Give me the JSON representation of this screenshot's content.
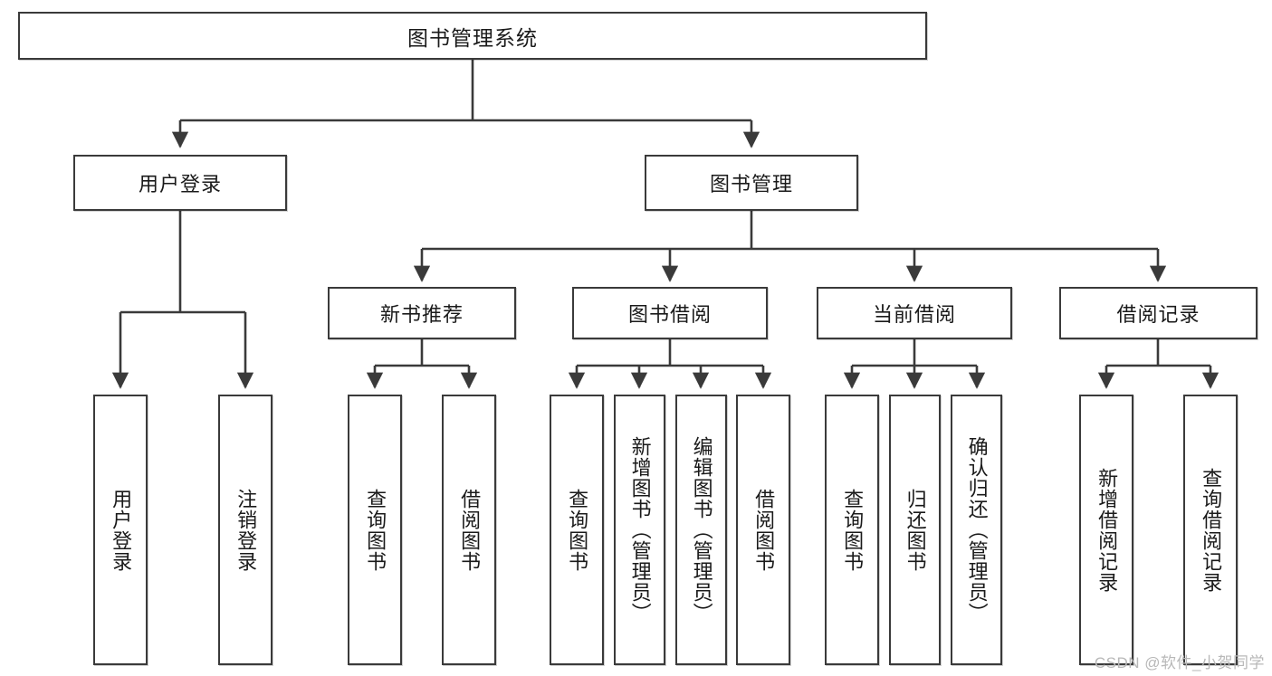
{
  "diagram": {
    "type": "tree",
    "title": "图书管理系统",
    "root": {
      "id": "root",
      "label": "图书管理系统"
    },
    "level2": [
      {
        "id": "user-login",
        "label": "用户登录"
      },
      {
        "id": "book-management",
        "label": "图书管理"
      }
    ],
    "level3": [
      {
        "id": "new-book-recommend",
        "label": "新书推荐"
      },
      {
        "id": "book-borrow",
        "label": "图书借阅"
      },
      {
        "id": "current-borrow",
        "label": "当前借阅"
      },
      {
        "id": "borrow-record",
        "label": "借阅记录"
      }
    ],
    "leaves": [
      {
        "id": "leaf-user-login",
        "label": "用户登录",
        "parent": "user-login"
      },
      {
        "id": "leaf-logout",
        "label": "注销登录",
        "parent": "user-login"
      },
      {
        "id": "leaf-query-book-1",
        "label": "查询图书",
        "parent": "new-book-recommend"
      },
      {
        "id": "leaf-borrow-book-1",
        "label": "借阅图书",
        "parent": "new-book-recommend"
      },
      {
        "id": "leaf-query-book-2",
        "label": "查询图书",
        "parent": "book-borrow"
      },
      {
        "id": "leaf-add-book",
        "label": "新增图书（管理员）",
        "parent": "book-borrow"
      },
      {
        "id": "leaf-edit-book",
        "label": "编辑图书（管理员）",
        "parent": "book-borrow"
      },
      {
        "id": "leaf-borrow-book-2",
        "label": "借阅图书",
        "parent": "book-borrow"
      },
      {
        "id": "leaf-query-book-3",
        "label": "查询图书",
        "parent": "current-borrow"
      },
      {
        "id": "leaf-return-book",
        "label": "归还图书",
        "parent": "current-borrow"
      },
      {
        "id": "leaf-confirm-return",
        "label": "确认归还（管理员）",
        "parent": "current-borrow"
      },
      {
        "id": "leaf-add-record",
        "label": "新增借阅记录",
        "parent": "borrow-record"
      },
      {
        "id": "leaf-query-record",
        "label": "查询借阅记录",
        "parent": "borrow-record"
      }
    ]
  },
  "watermark": {
    "text": "CSDN @软件_小贺同学"
  },
  "colors": {
    "stroke": "#3a3a3a",
    "text": "#1a1a1a",
    "background": "#ffffff",
    "watermark": "#b8b8b8"
  }
}
